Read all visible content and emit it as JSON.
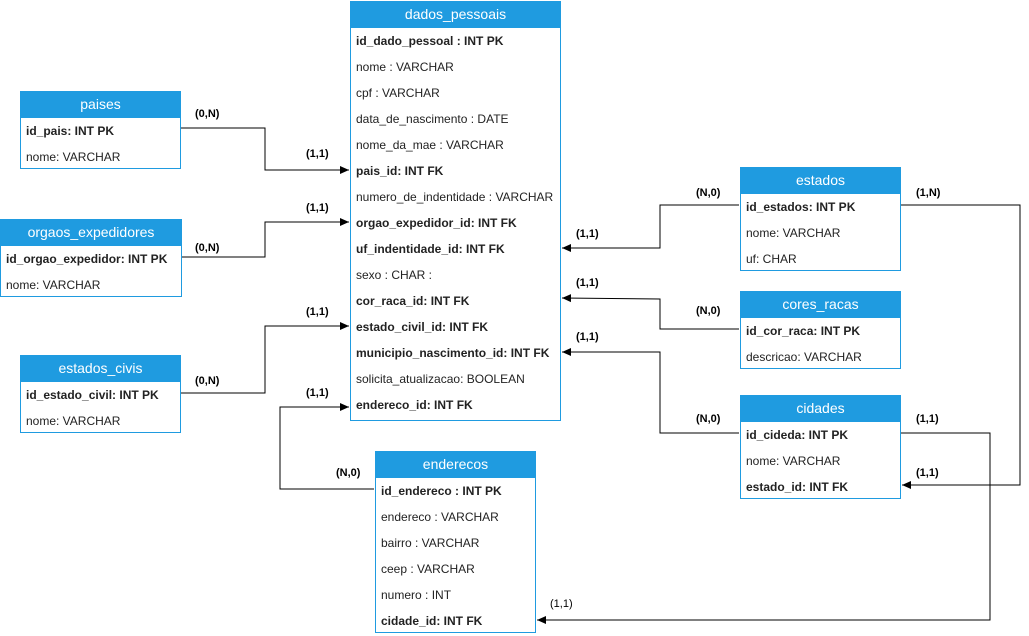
{
  "entities": {
    "dados_pessoais": {
      "title": "dados_pessoais",
      "fields": [
        {
          "text": "id_dado_pessoal : INT PK",
          "bold": true
        },
        {
          "text": "nome : VARCHAR",
          "bold": false
        },
        {
          "text": "cpf  : VARCHAR",
          "bold": false
        },
        {
          "text": "data_de_nascimento : DATE",
          "bold": false
        },
        {
          "text": "nome_da_mae : VARCHAR",
          "bold": false
        },
        {
          "text": "pais_id: INT FK",
          "bold": true
        },
        {
          "text": "numero_de_indentidade : VARCHAR",
          "bold": false
        },
        {
          "text": "orgao_expedidor_id: INT FK",
          "bold": true
        },
        {
          "text": "uf_indentidade_id: INT FK",
          "bold": true
        },
        {
          "text": "sexo : CHAR :",
          "bold": false
        },
        {
          "text": "cor_raca_id: INT FK",
          "bold": true
        },
        {
          "text": "estado_civil_id: INT FK",
          "bold": true
        },
        {
          "text": "municipio_nascimento_id: INT FK",
          "bold": true
        },
        {
          "text": "solicita_atualizacao: BOOLEAN",
          "bold": false
        },
        {
          "text": "endereco_id: INT FK",
          "bold": true
        }
      ]
    },
    "paises": {
      "title": "paises",
      "fields": [
        {
          "text": "id_pais: INT PK",
          "bold": true
        },
        {
          "text": "nome: VARCHAR",
          "bold": false
        }
      ]
    },
    "orgaos_expedidores": {
      "title": "orgaos_expedidores",
      "fields": [
        {
          "text": "id_orgao_expedidor: INT PK",
          "bold": true
        },
        {
          "text": "nome: VARCHAR",
          "bold": false
        }
      ]
    },
    "estados_civis": {
      "title": "estados_civis",
      "fields": [
        {
          "text": "id_estado_civil: INT PK",
          "bold": true
        },
        {
          "text": "nome: VARCHAR",
          "bold": false
        }
      ]
    },
    "estados": {
      "title": "estados",
      "fields": [
        {
          "text": "id_estados: INT PK",
          "bold": true
        },
        {
          "text": "nome: VARCHAR",
          "bold": false
        },
        {
          "text": "uf: CHAR",
          "bold": false
        }
      ]
    },
    "cores_racas": {
      "title": "cores_racas",
      "fields": [
        {
          "text": "id_cor_raca: INT PK",
          "bold": true
        },
        {
          "text": "descricao: VARCHAR",
          "bold": false
        }
      ]
    },
    "cidades": {
      "title": "cidades",
      "fields": [
        {
          "text": "id_cideda: INT PK",
          "bold": true
        },
        {
          "text": "nome: VARCHAR",
          "bold": false
        },
        {
          "text": "estado_id: INT FK",
          "bold": true
        }
      ]
    },
    "enderecos": {
      "title": "enderecos",
      "fields": [
        {
          "text": "id_endereco : INT PK",
          "bold": true
        },
        {
          "text": "endereco : VARCHAR",
          "bold": false
        },
        {
          "text": "bairro : VARCHAR",
          "bold": false
        },
        {
          "text": "ceep : VARCHAR",
          "bold": false
        },
        {
          "text": "numero : INT",
          "bold": false
        },
        {
          "text": "cidade_id: INT FK",
          "bold": true
        }
      ]
    }
  },
  "cardinalities": {
    "paises_dados_from": "(0,N)",
    "paises_dados_to": "(1,1)",
    "orgaos_dados_from": "(0,N)",
    "orgaos_dados_to": "(1,1)",
    "civis_dados_from": "(0,N)",
    "civis_dados_to": "(1,1)",
    "estados_dados_from": "(N,0)",
    "estados_dados_to": "(1,1)",
    "cores_dados_from": "(N,0)",
    "cores_dados_to": "(1,1)",
    "cidades_dados_from": "(N,0)",
    "cidades_dados_to": "(1,1)",
    "enderecos_dados_from": "(N,0)",
    "enderecos_dados_to": "(1,1)",
    "estados_cidades_from": "(1,N)",
    "estados_cidades_to": "(1,1)",
    "cidades_enderecos_from": "(1,1)",
    "cidades_enderecos_to": "(1,1)"
  },
  "colors": {
    "header": "#1f9be0",
    "line": "#000000"
  }
}
